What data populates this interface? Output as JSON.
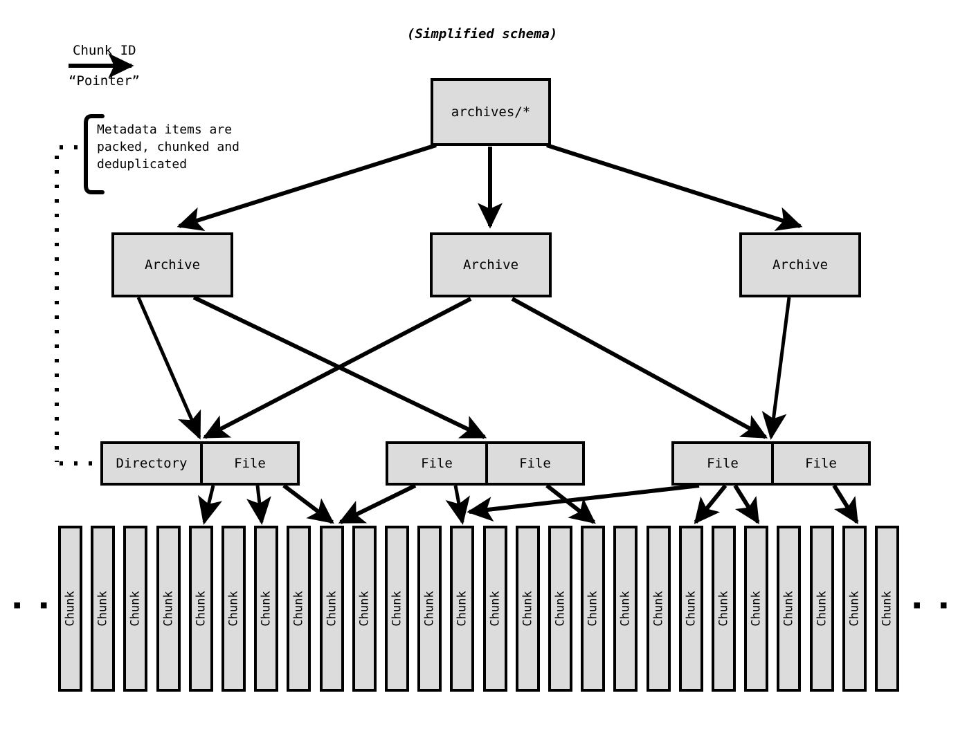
{
  "diagram": {
    "title": "(Simplified schema)",
    "legend": {
      "arrow_top_label": "Chunk ID",
      "arrow_bottom_label": "“Pointer”",
      "arrow_icon": "right-arrow-icon"
    },
    "annotation": {
      "line1": "Metadata items are",
      "line2": "packed, chunked and",
      "line3": "deduplicated",
      "bracket_icon": "left-bracket-icon",
      "dotted_icon": "dotted-line-icon"
    },
    "root": {
      "label": "archives/*"
    },
    "archives": [
      {
        "label": "Archive"
      },
      {
        "label": "Archive"
      },
      {
        "label": "Archive"
      }
    ],
    "item_groups": [
      {
        "cells": [
          "Directory",
          "File"
        ]
      },
      {
        "cells": [
          "File",
          "File"
        ]
      },
      {
        "cells": [
          "File",
          "File"
        ]
      }
    ],
    "chunks": {
      "label": "Chunk",
      "count": 26,
      "left_ellipsis": "▪ ▪ ▪",
      "right_ellipsis": "▪ ▪ ▪"
    },
    "colors": {
      "box_fill": "#dcdcdc",
      "stroke": "#000000",
      "background": "#ffffff"
    }
  }
}
